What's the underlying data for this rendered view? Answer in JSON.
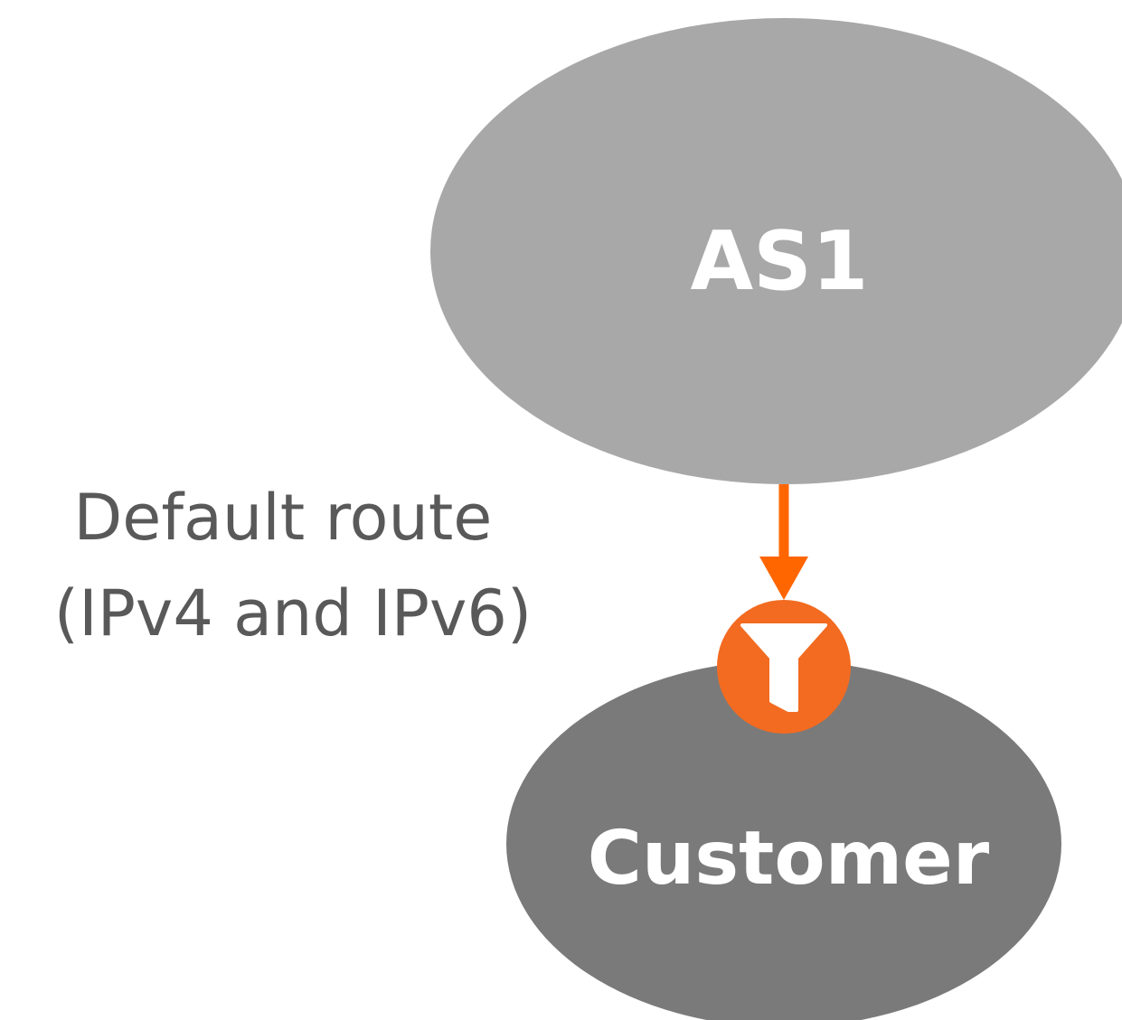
{
  "nodes": {
    "as1": {
      "label": "AS1",
      "color": "#a8a8a8"
    },
    "customer": {
      "label": "Customer",
      "color": "#7a7a7a"
    }
  },
  "edge": {
    "from": "as1",
    "to": "customer",
    "label_line1": "Default route",
    "label_line2": "(IPv4 and IPv6)",
    "color": "#ff6600"
  },
  "filter_badge": {
    "icon": "filter-icon",
    "color": "#f26b21"
  }
}
